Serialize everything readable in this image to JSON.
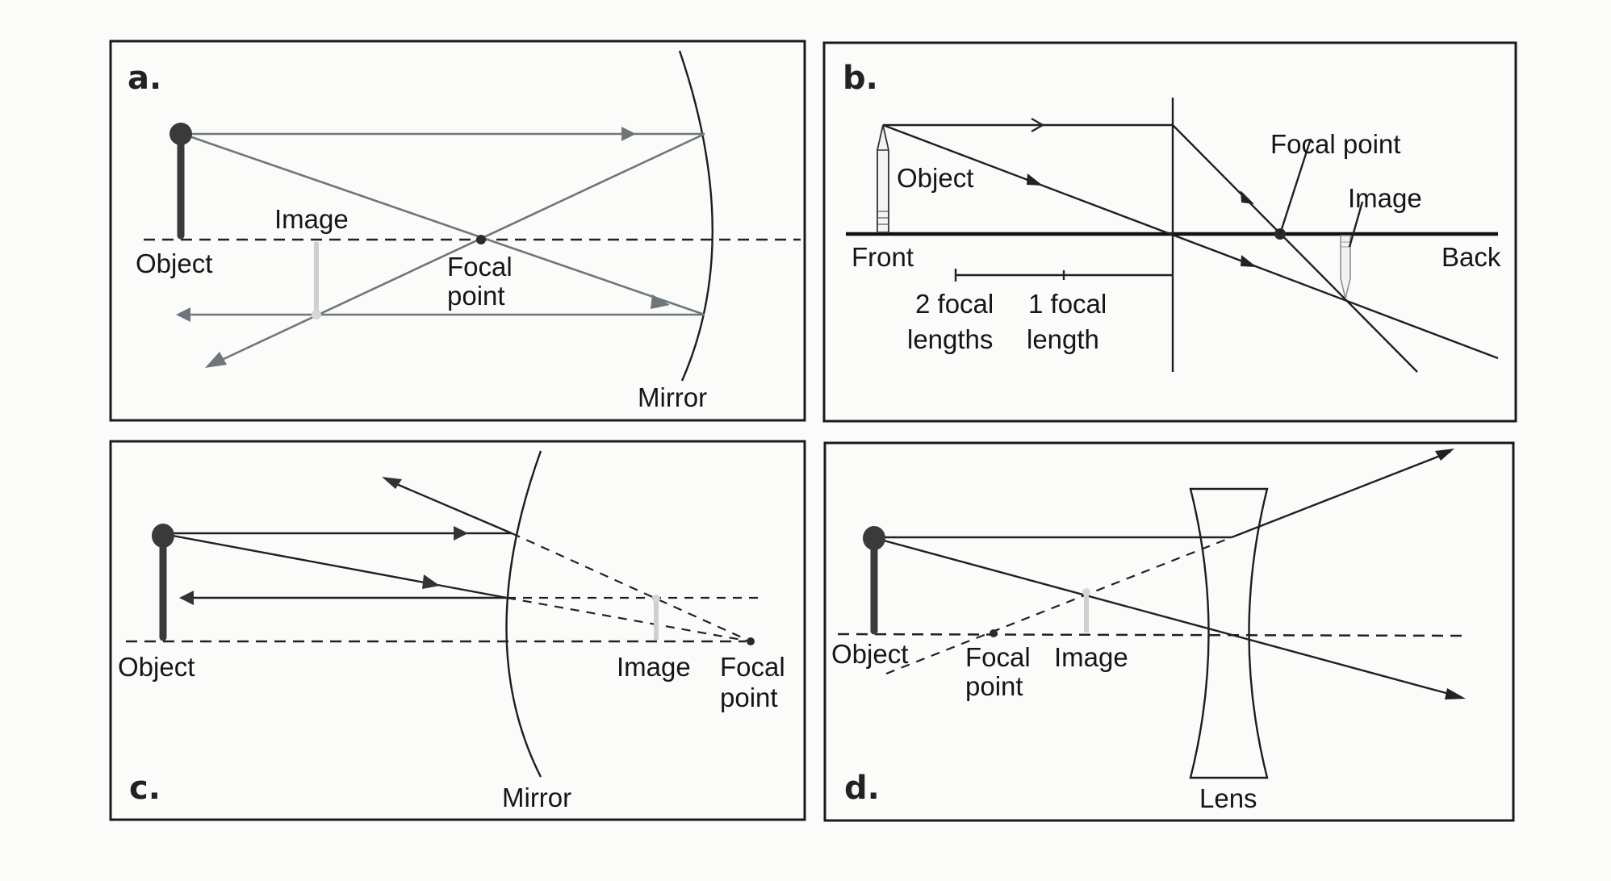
{
  "figure": {
    "title": "Image formation by mirrors and lenses",
    "panels": [
      {
        "id": "a",
        "letter": "a.",
        "optic": "concave mirror",
        "labels": {
          "object": "Object",
          "image": "Image",
          "focal_line1": "Focal",
          "focal_line2": "point",
          "mirror": "Mirror"
        }
      },
      {
        "id": "b",
        "letter": "b.",
        "optic": "converging lens",
        "labels": {
          "object": "Object",
          "focal": "Focal point",
          "image": "Image",
          "front": "Front",
          "back": "Back",
          "scale_2_line1": "2 focal",
          "scale_2_line2": "lengths",
          "scale_1_line1": "1 focal",
          "scale_1_line2": "length"
        }
      },
      {
        "id": "c",
        "letter": "c.",
        "optic": "convex mirror",
        "labels": {
          "object": "Object",
          "image": "Image",
          "focal_line1": "Focal",
          "focal_line2": "point",
          "mirror": "Mirror"
        }
      },
      {
        "id": "d",
        "letter": "d.",
        "optic": "diverging lens",
        "labels": {
          "object": "Object",
          "focal_line1": "Focal",
          "focal_line2": "point",
          "image": "Image",
          "lens": "Lens"
        }
      }
    ]
  },
  "colors": {
    "ink": "#1b1b1b",
    "ray_gray": "#6e767c",
    "object": "#3a3a3a",
    "virtual_image": "#cfcfcf",
    "background": "#fbfbfa"
  }
}
